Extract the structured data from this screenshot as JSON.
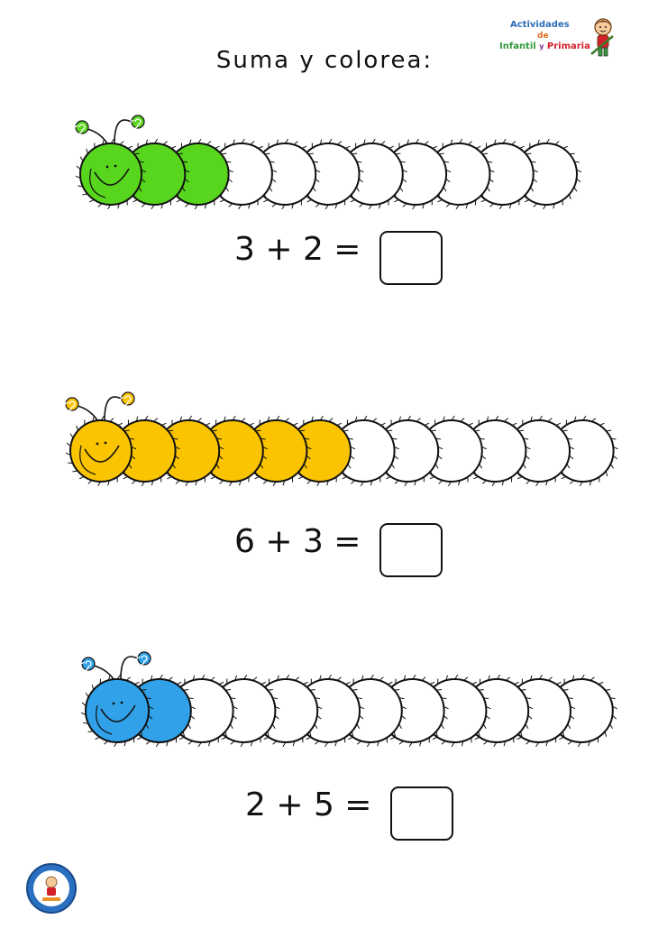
{
  "title": "Suma y colorea:",
  "logo": {
    "line1": "Actividades",
    "line2": "de",
    "line3a": "Infantil",
    "line3b": "y",
    "line3c": "Primaria"
  },
  "colors": {
    "green": "#58d61e",
    "yellow": "#fbc400",
    "blue": "#31a2ea",
    "outline": "#111111",
    "white": "#ffffff"
  },
  "exercises": [
    {
      "expression": "3 + 2 =",
      "a": 3,
      "b": 2,
      "segments": 11,
      "color": "#58d61e",
      "icon": "green-caterpillar-icon"
    },
    {
      "expression": "6 + 3 =",
      "a": 6,
      "b": 3,
      "segments": 12,
      "color": "#fbc400",
      "icon": "yellow-caterpillar-icon"
    },
    {
      "expression": "2 + 5 =",
      "a": 2,
      "b": 5,
      "segments": 12,
      "color": "#31a2ea",
      "icon": "blue-caterpillar-icon"
    }
  ],
  "badge_icon": "site-badge-icon"
}
